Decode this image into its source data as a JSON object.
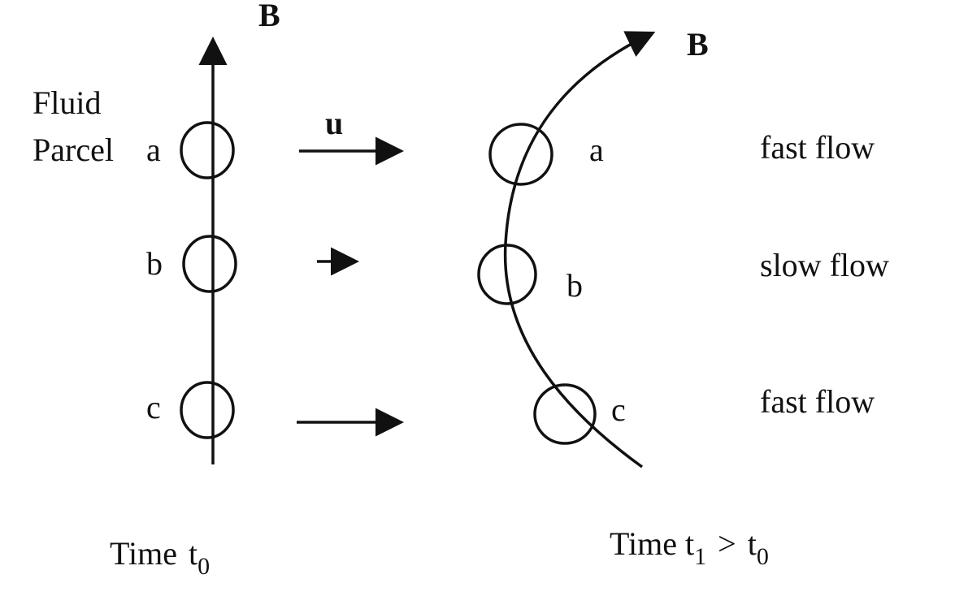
{
  "field_label": "B",
  "velocity_label": "u",
  "fluid_label_line1": "Fluid",
  "fluid_label_line2": "Parcel",
  "parcels_left": [
    "a",
    "b",
    "c"
  ],
  "parcels_right": [
    "a",
    "b",
    "c"
  ],
  "flow_labels": [
    "fast flow",
    "slow flow",
    "fast flow"
  ],
  "time_left": {
    "prefix": "Time",
    "t": "t",
    "sub": "0"
  },
  "time_right": {
    "prefix": "Time",
    "t1": "t",
    "sub1": "1",
    "op": ">",
    "t0": "t",
    "sub0": "0"
  }
}
